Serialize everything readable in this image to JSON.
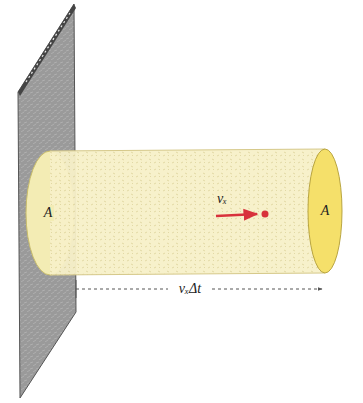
{
  "diagram": {
    "labels": [
      "A",
      "A",
      "vₓ",
      "vₓΔt"
    ]
  }
}
